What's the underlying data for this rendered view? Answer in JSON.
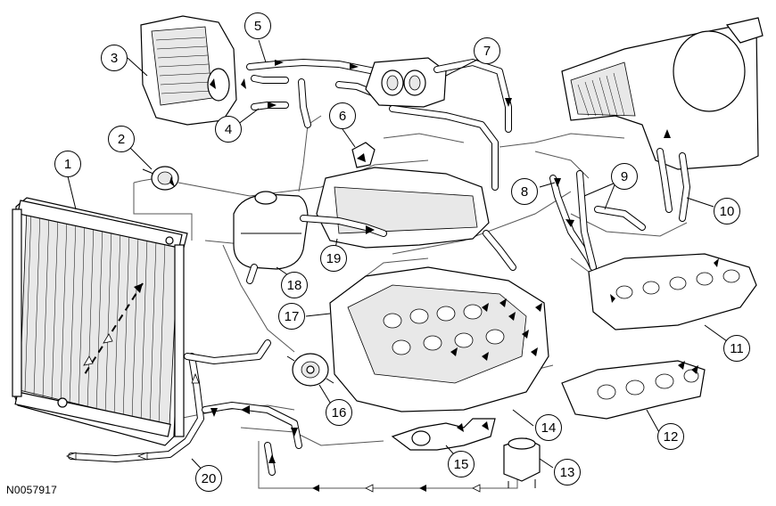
{
  "callouts": [
    "1",
    "2",
    "3",
    "4",
    "5",
    "6",
    "7",
    "8",
    "9",
    "10",
    "11",
    "12",
    "13",
    "14",
    "15",
    "16",
    "17",
    "18",
    "19",
    "20"
  ],
  "reference_code": "N0057917"
}
